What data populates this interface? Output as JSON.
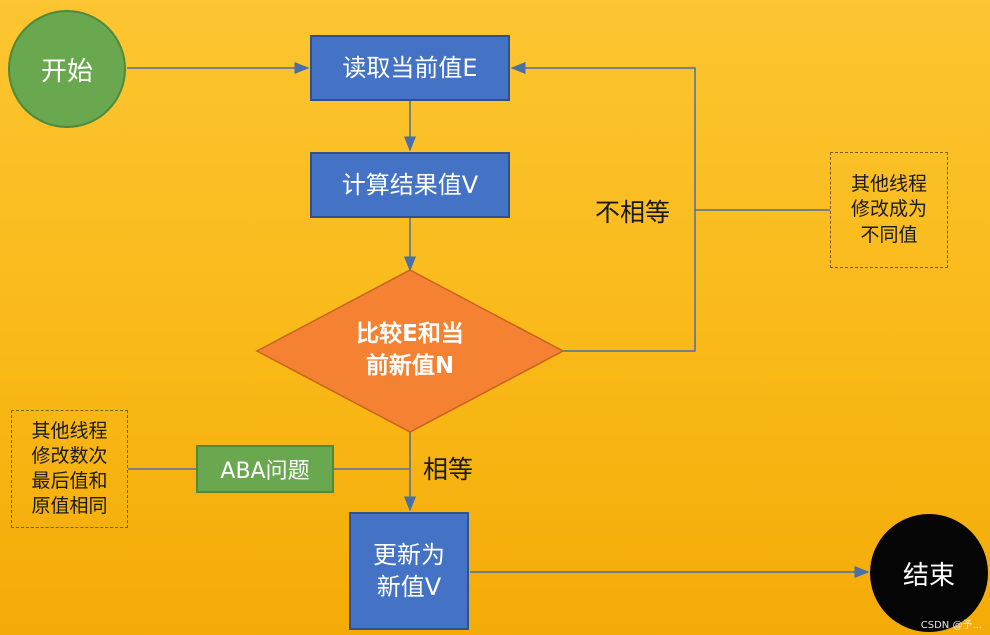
{
  "nodes": {
    "start": "开始",
    "read": "读取当前值E",
    "calc": "计算结果值V",
    "compare": "比较E和当\n前新值N",
    "update": "更新为\n新值V",
    "end": "结束",
    "aba": "ABA问题"
  },
  "notes": {
    "other_thread_changed": "其他线程\n修改成为\n不同值",
    "other_thread_reverted": "其他线程\n修改数次\n最后值和\n原值相同"
  },
  "edge_labels": {
    "not_equal": "不相等",
    "equal": "相等"
  },
  "colors": {
    "background": "#f9b918",
    "process": "#4472c4",
    "decision": "#f58233",
    "start": "#6aa84f",
    "end": "#050505",
    "arrow": "#4a6fa5"
  },
  "watermark": "CSDN @予..."
}
